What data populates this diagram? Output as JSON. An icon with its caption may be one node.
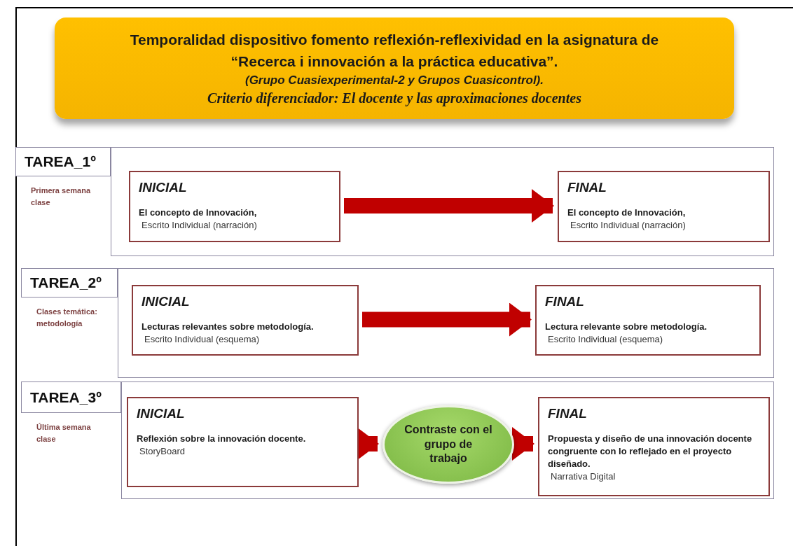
{
  "diagram": {
    "nodes": [
      {
        "text": [
          "Temporalidad dispositivo fomento reflexión-reflexividad en la asignatura de “Recerca i innovación a la práctica educativa”.",
          "(Grupo Cuasiexperimental-2 y Grupos Cuasicontrol).",
          "Criterio diferenciador: El docente y las aproximaciones docentes"
        ]
      },
      {
        "text": [],
        "shape": "box"
      },
      {
        "text": [
          "TAREA_1º"
        ],
        "beside": [
          "Primera semana clase"
        ]
      },
      {
        "text": [
          "INICIAL",
          "El concepto de Innovación,",
          "Escrito Individual (narración)"
        ],
        "in": 1
      },
      {
        "text": [
          "FINAL",
          "El concepto de Innovación,",
          "Escrito Individual (narración)"
        ],
        "in": 1
      },
      {
        "text": [],
        "shape": "box"
      },
      {
        "text": [
          "TAREA_2º"
        ],
        "beside": [
          "Clases temática: metodología"
        ]
      },
      {
        "text": [
          "INICIAL",
          "Lecturas relevantes sobre metodología.",
          "Escrito Individual (esquema)"
        ],
        "in": 5
      },
      {
        "text": [
          "FINAL",
          "Lectura relevante sobre metodología.",
          "Escrito Individual (esquema)"
        ],
        "in": 5
      },
      {
        "text": [],
        "shape": "box"
      },
      {
        "text": [
          "TAREA_3º"
        ],
        "beside": [
          "Última semana clase"
        ]
      },
      {
        "text": [
          "INICIAL",
          "Reflexión sobre la innovación docente.",
          "StoryBoard"
        ],
        "in": 9
      },
      {
        "text": [
          "Contraste con el grupo de trabajo"
        ],
        "in": 9
      },
      {
        "text": [
          "FINAL",
          "Propuesta y diseño de una innovación docente congruente con lo reflejado en el proyecto diseñado.",
          "Narrativa Digital"
        ],
        "in": 9
      }
    ],
    "edges": [
      {
        "from": 3,
        "to": 4,
        "arrow": "to"
      },
      {
        "from": 7,
        "to": 8,
        "arrow": "to"
      },
      {
        "from": 11,
        "to": 12,
        "arrow": "to"
      },
      {
        "from": 12,
        "to": 13,
        "arrow": "to"
      }
    ]
  }
}
